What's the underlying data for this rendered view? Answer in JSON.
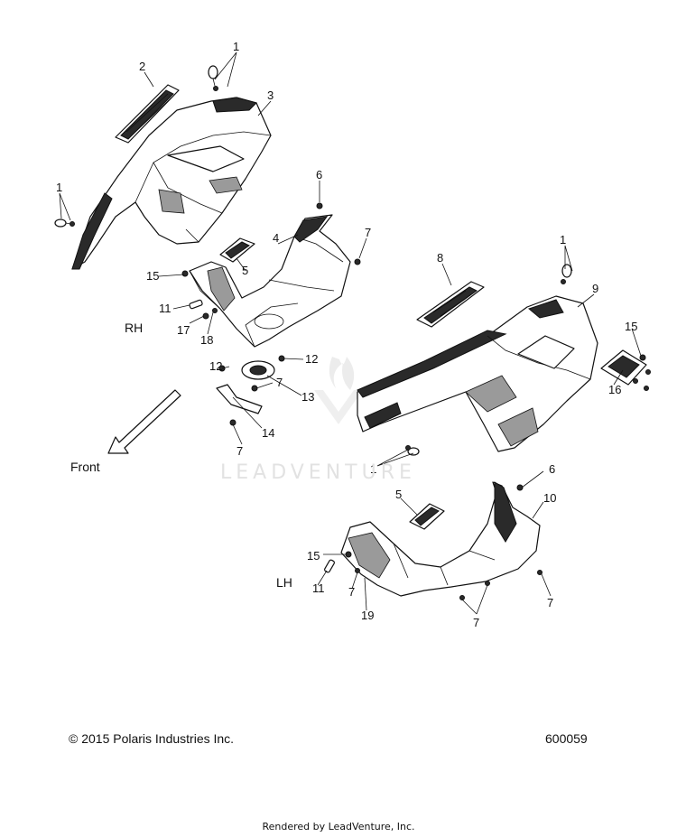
{
  "labels": {
    "rh": "RH",
    "lh": "LH",
    "front": "Front"
  },
  "callouts": [
    "1",
    "2",
    "3",
    "1",
    "6",
    "4",
    "7",
    "5",
    "15",
    "11",
    "17",
    "18",
    "12",
    "12",
    "13",
    "7",
    "14",
    "7",
    "8",
    "1",
    "9",
    "15",
    "16",
    "1",
    "6",
    "5",
    "10",
    "15",
    "11",
    "7",
    "19",
    "7",
    "7"
  ],
  "watermark": "LEADVENTURE",
  "footer": {
    "copyright": "© 2015 Polaris Industries Inc.",
    "doc_number": "600059",
    "rendered_by": "Rendered by LeadVenture, Inc."
  },
  "icons": {
    "watermark_logo": "leadventure-flame-logo",
    "front_arrow": "arrow-down-left-icon"
  }
}
